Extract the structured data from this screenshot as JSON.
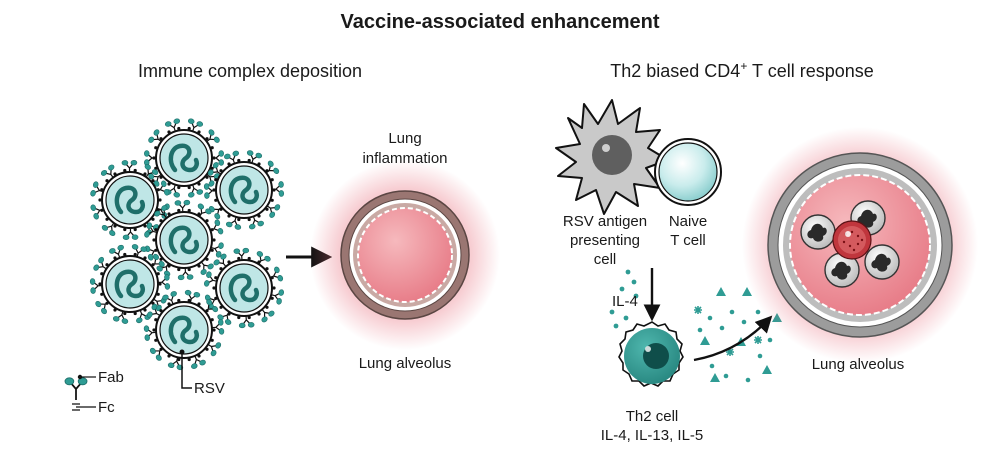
{
  "title": "Vaccine-associated enhancement",
  "left_panel": {
    "heading": "Immune complex deposition",
    "inflammation_label_line1": "Lung",
    "inflammation_label_line2": "inflammation",
    "alveolus_label": "Lung alveolus",
    "virus_label": "RSV",
    "legend": {
      "fab_label": "Fab",
      "fc_label": "Fc"
    }
  },
  "right_panel": {
    "heading_prefix": "Th2 biased CD4",
    "heading_sup": "+",
    "heading_suffix": " T cell response",
    "apc_label_line1": "RSV antigen",
    "apc_label_line2": "presenting",
    "apc_label_line3": "cell",
    "naive_label_line1": "Naive",
    "naive_label_line2": "T cell",
    "cytokine_label": "IL-4",
    "th2_label_line1": "Th2 cell",
    "th2_label_line2": "IL-4, IL-13, IL-5",
    "alveolus_label": "Lung alveolus"
  },
  "colors": {
    "teal": "#2f9c94",
    "teal_dark": "#1f6f6a",
    "virus_fill": "#bfe6e6",
    "inflammation_pink": "#e8717f",
    "alveolus_wall": "#9a7672",
    "gray_wall": "#9c9c9c"
  },
  "icons": [
    "rsv-virion-icon",
    "antibody-icon",
    "dendritic-cell-icon",
    "naive-t-cell-icon",
    "th2-cell-icon",
    "neutrophil-icon",
    "eosinophil-icon"
  ]
}
